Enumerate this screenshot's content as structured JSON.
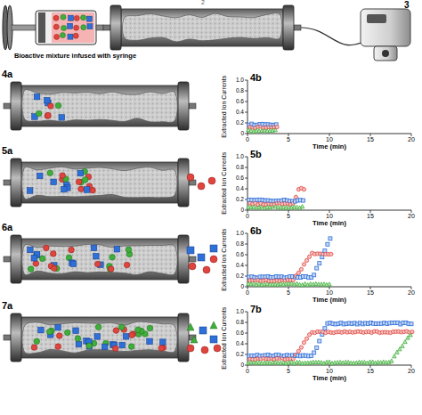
{
  "diagram": {
    "nodes": [
      {
        "text": [
          "Bioactive mixture infused with syringe"
        ]
      },
      {
        "text": [
          "3"
        ]
      }
    ],
    "labels": [
      "2",
      "4a",
      "5a",
      "6a",
      "7a",
      "4b",
      "Extracted Ion Currents",
      "Time (min)",
      "0",
      "5",
      "10",
      "15",
      "20",
      "0",
      "0.2",
      "0.4",
      "0.6",
      "0.8",
      "1.0",
      "5b",
      "Extracted Ion Currents",
      "Time (min)",
      "0",
      "5",
      "10",
      "15",
      "20",
      "0",
      "0.2",
      "0.4",
      "0.6",
      "0.8",
      "1.0",
      "6b",
      "Extracted Ion Currents",
      "Time (min)",
      "0",
      "5",
      "10",
      "15",
      "20",
      "0",
      "0.2",
      "0.4",
      "0.6",
      "0.8",
      "1.0",
      "7b",
      "Extracted Ion Currents",
      "Time (min)",
      "0",
      "5",
      "10",
      "15",
      "20",
      "0",
      "0.2",
      "0.4",
      "0.6",
      "0.8",
      "1.0"
    ]
  }
}
